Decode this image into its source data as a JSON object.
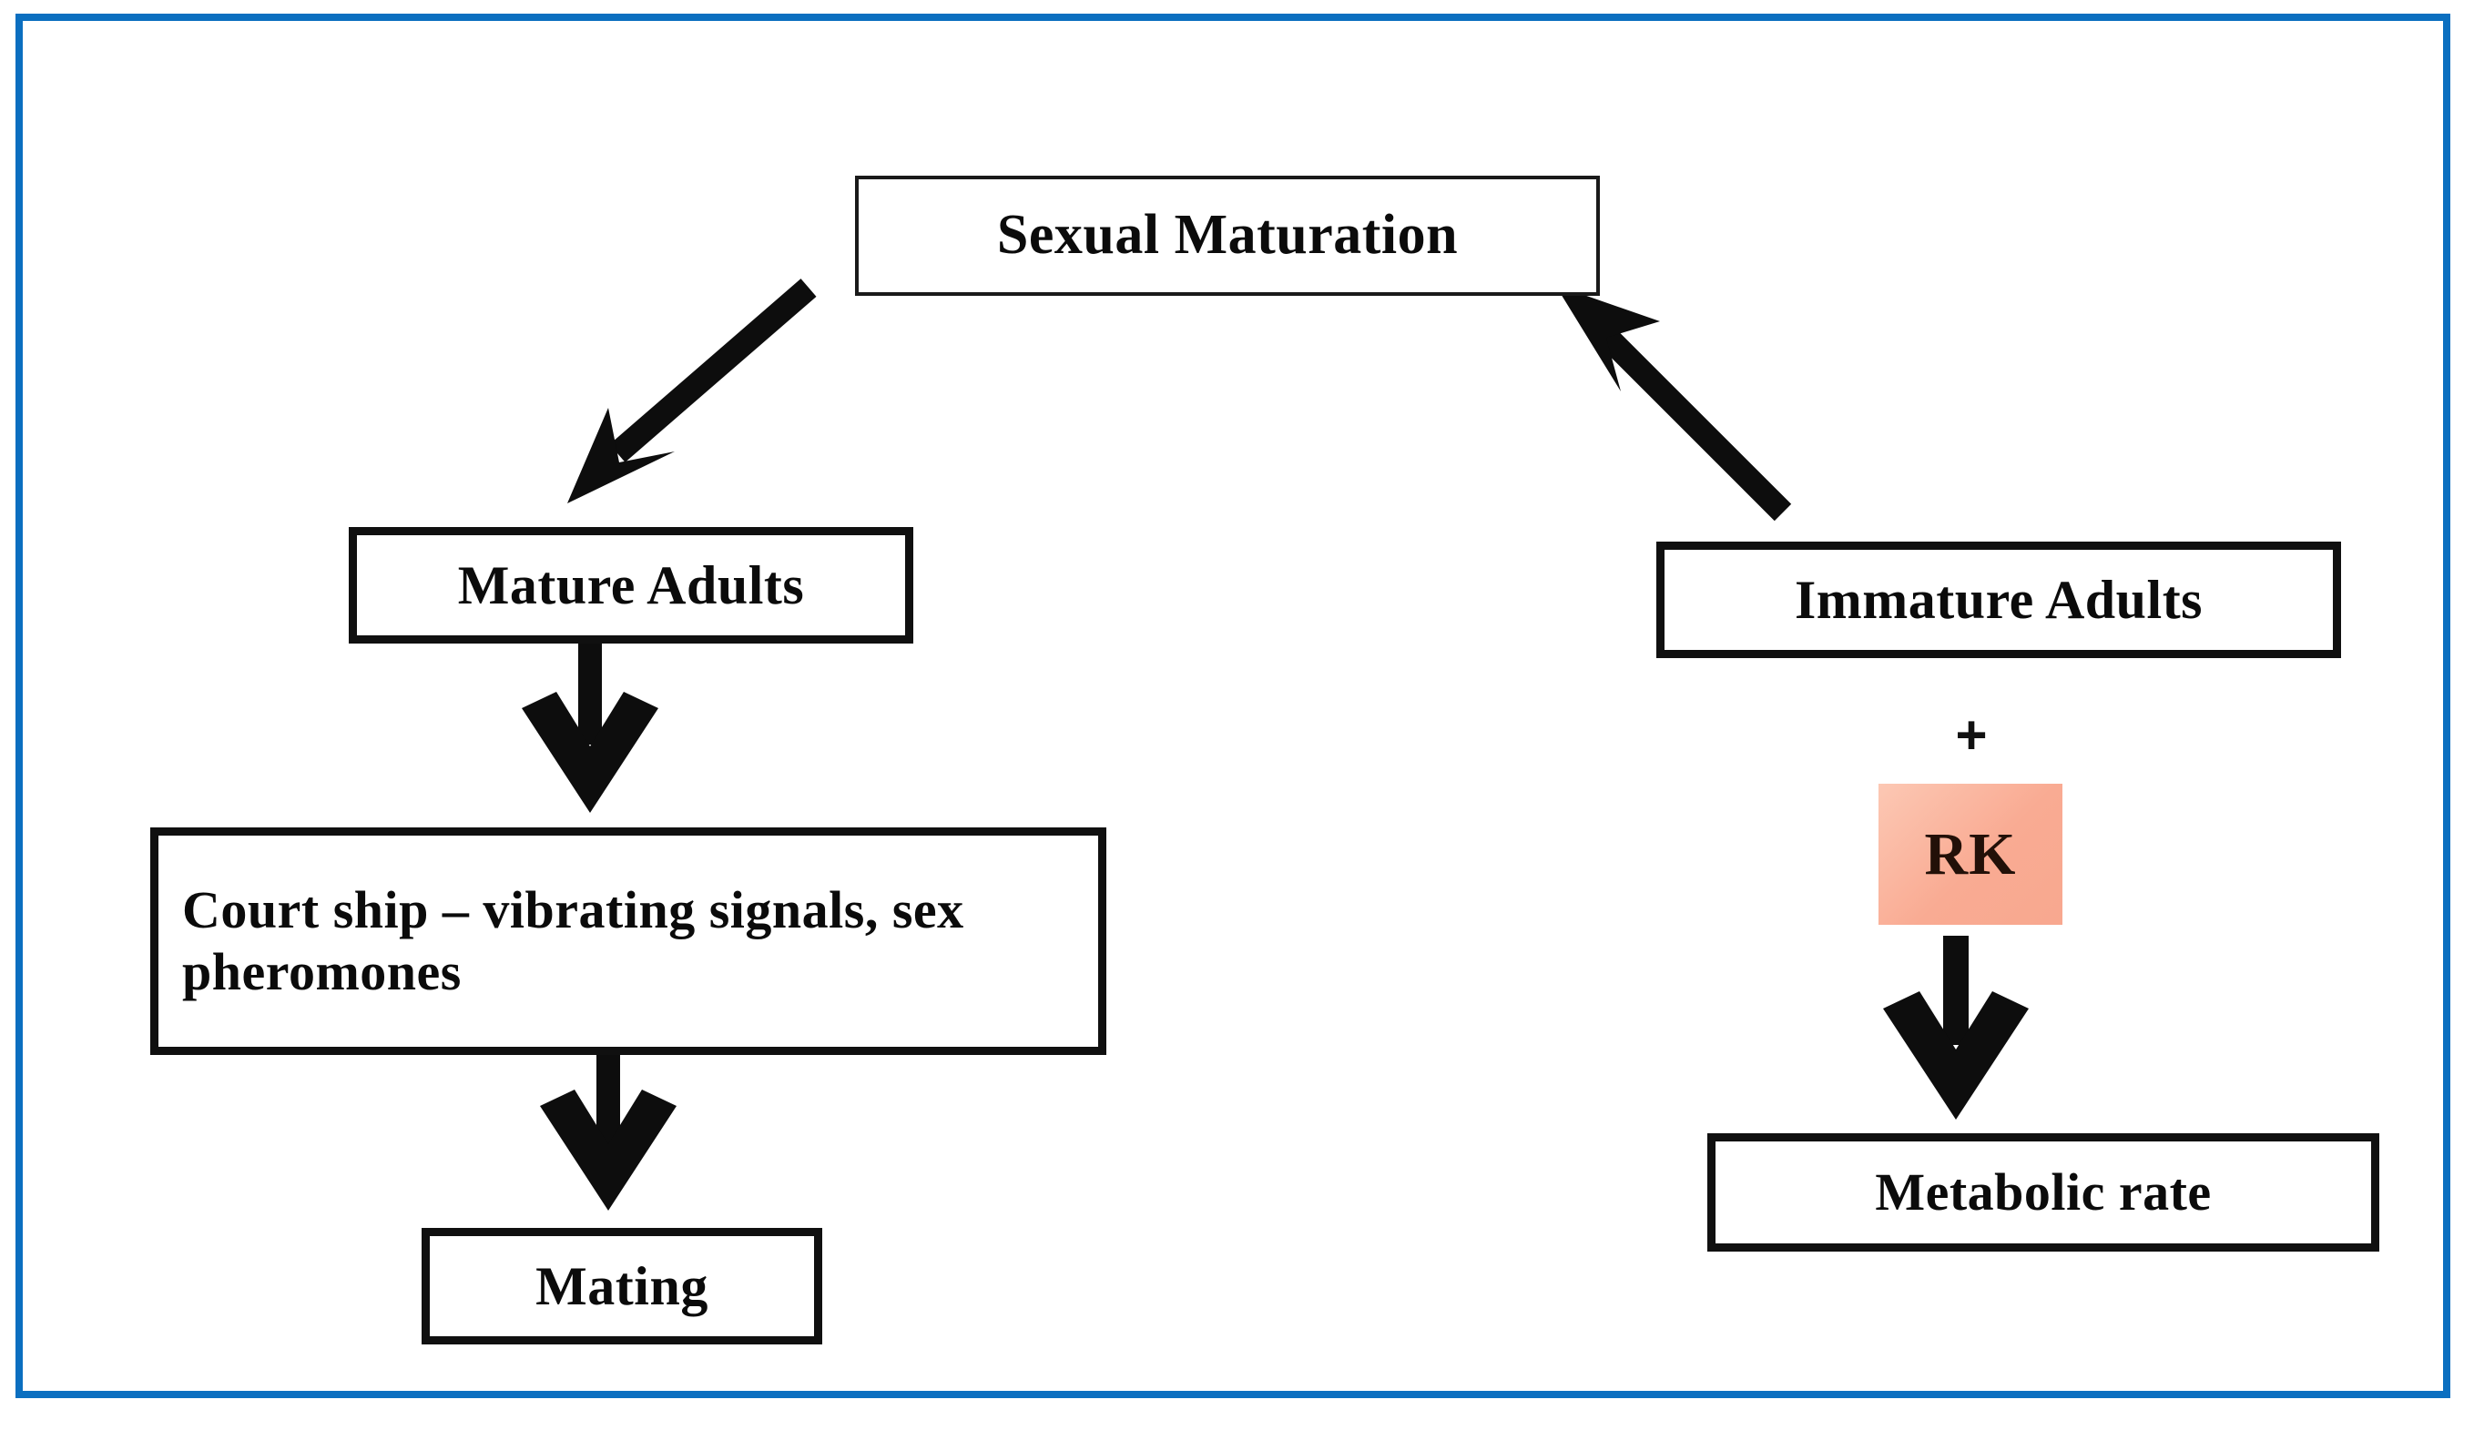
{
  "frame": {
    "border_color": "#0b6fc0",
    "background": "#ffffff"
  },
  "diagram": {
    "title": "Sexual maturation and metabolic rate flow diagram",
    "node_border_color": "#101010",
    "highlight_color": "#f9ab93",
    "nodes": [
      {
        "id": "sexual-maturation",
        "label": "Sexual Maturation"
      },
      {
        "id": "mature-adults",
        "label": "Mature Adults"
      },
      {
        "id": "courtship",
        "label": "Court ship – vibrating signals, sex pheromones"
      },
      {
        "id": "mating",
        "label": "Mating"
      },
      {
        "id": "immature-adults",
        "label": "Immature Adults"
      },
      {
        "id": "metabolic-rate",
        "label": "Metabolic  rate"
      }
    ],
    "operators": [
      {
        "id": "plus",
        "label": "+"
      }
    ],
    "chips": [
      {
        "id": "rk",
        "label": "RK",
        "background": "#f9ab93"
      }
    ],
    "edges": [
      {
        "id": "sexual-maturation-to-mature-adults",
        "from": "Sexual Maturation",
        "to": "Mature Adults",
        "style": "diagonal-down-left"
      },
      {
        "id": "mature-adults-to-courtship",
        "from": "Mature Adults",
        "to": "Court ship – vibrating signals, sex pheromones",
        "style": "vertical-down"
      },
      {
        "id": "courtship-to-mating",
        "from": "Court ship – vibrating signals, sex pheromones",
        "to": "Mating",
        "style": "vertical-down"
      },
      {
        "id": "immature-adults-to-sexual-maturation",
        "from": "Immature Adults",
        "to": "Sexual Maturation",
        "style": "diagonal-up-left"
      },
      {
        "id": "rk-to-metabolic-rate",
        "from": "RK",
        "to": "Metabolic  rate",
        "style": "vertical-down"
      }
    ]
  }
}
